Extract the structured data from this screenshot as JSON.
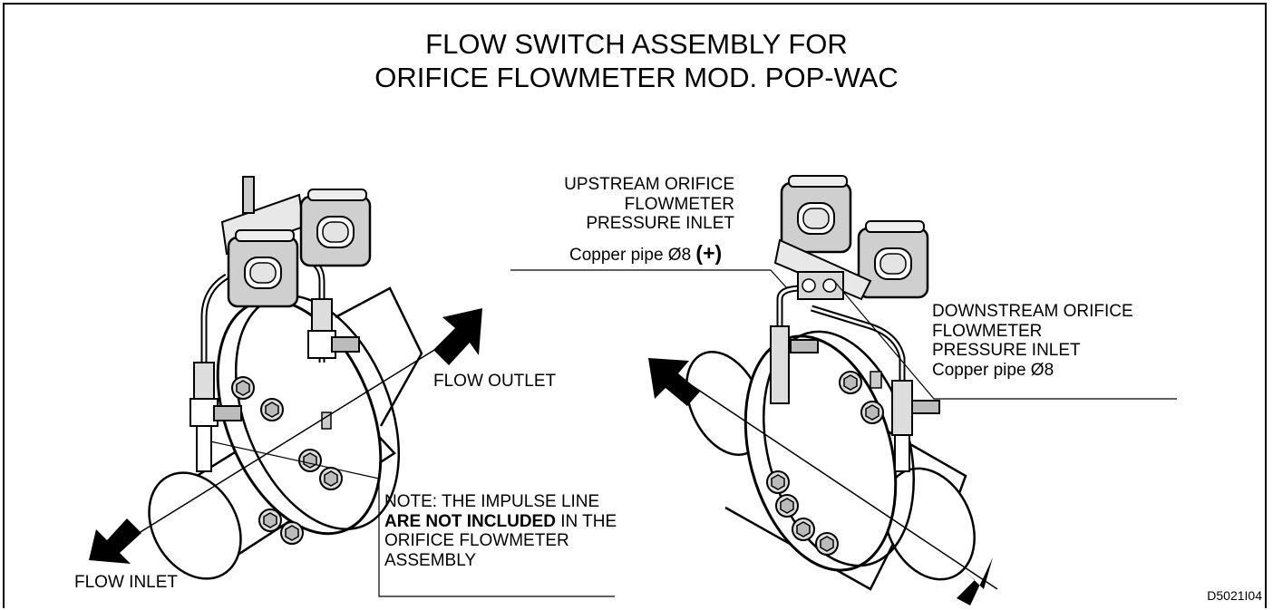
{
  "title": {
    "line1": "FLOW SWITCH ASSEMBLY FOR",
    "line2": "ORIFICE FLOWMETER MOD. POP-WAC"
  },
  "labels": {
    "flow_outlet": "FLOW OUTLET",
    "flow_inlet": "FLOW INLET",
    "note": {
      "line1": "NOTE: THE IMPULSE LINE",
      "line2_bold": "ARE NOT INCLUDED",
      "line2_rest": " IN THE",
      "line3": "ORIFICE FLOWMETER",
      "line4": "ASSEMBLY"
    },
    "upstream": {
      "line1": "UPSTREAM ORIFICE",
      "line2": "FLOWMETER",
      "line3": "PRESSURE INLET",
      "line4": "Copper pipe Ø8 ",
      "sign": "(+)"
    },
    "downstream": {
      "line1": "DOWNSTREAM ORIFICE",
      "line2": "FLOWMETER",
      "line3": "PRESSURE INLET",
      "line4": "Copper pipe Ø8"
    }
  },
  "drawing_code": "D5021I04"
}
